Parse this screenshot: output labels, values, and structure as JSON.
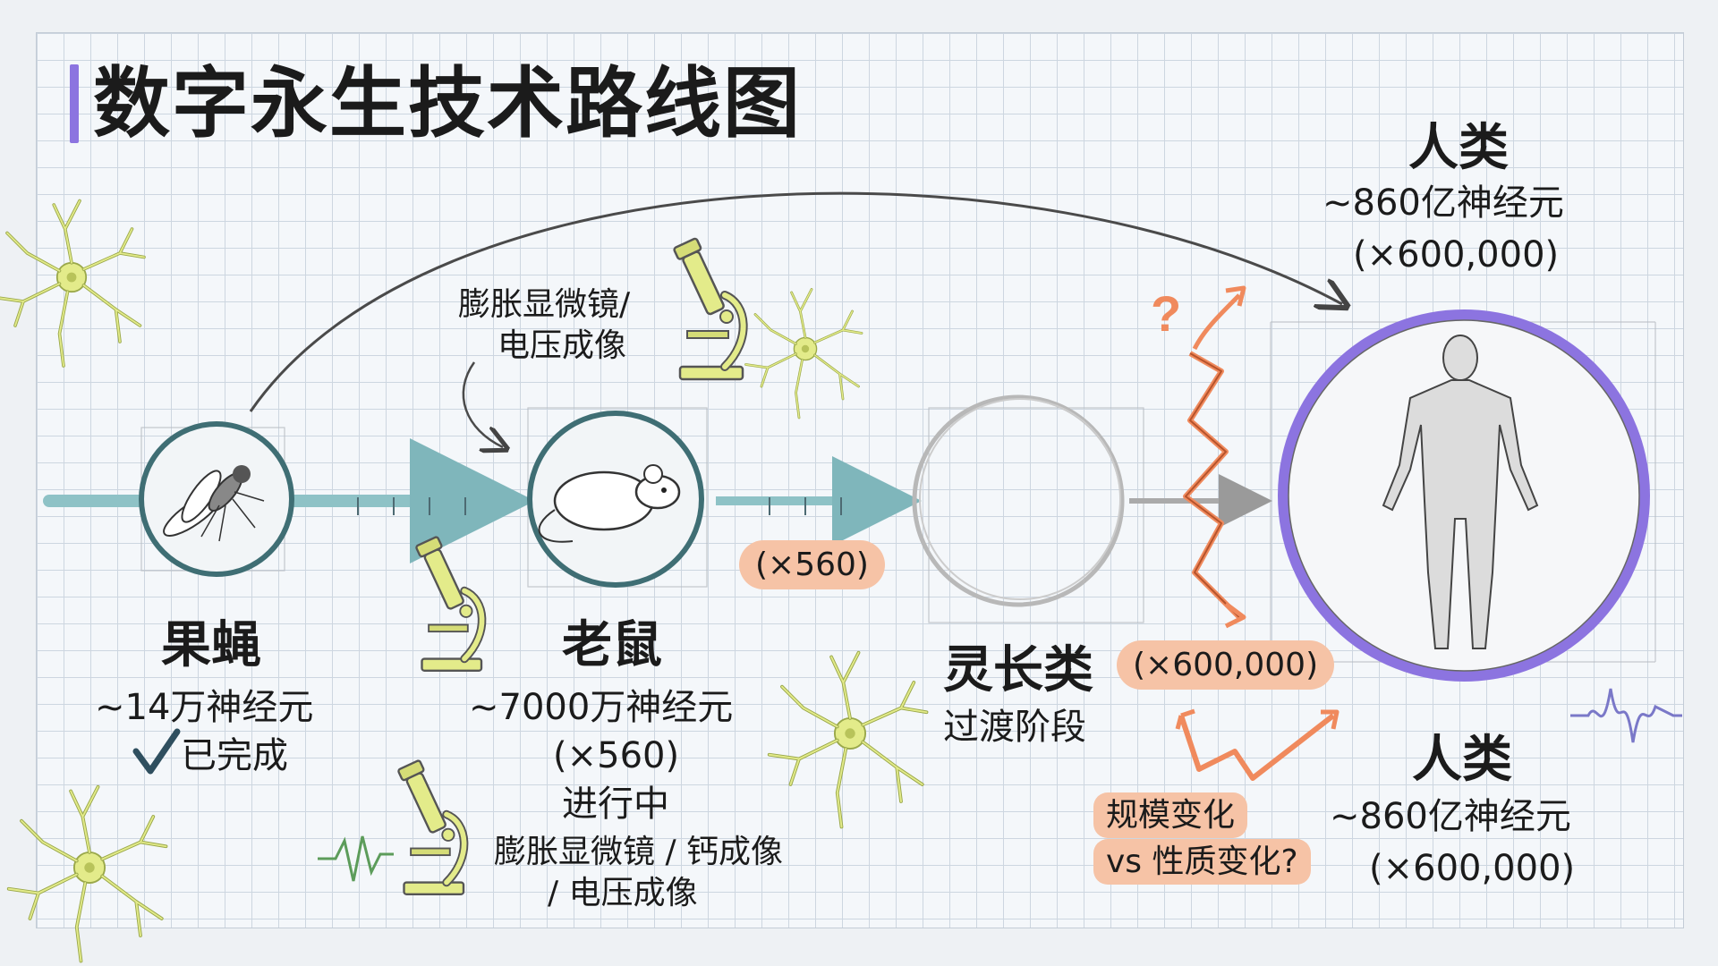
{
  "title": "数字永生技术路线图",
  "annotations": {
    "microscope_note_line1": "膨胀显微镜/",
    "microscope_note_line2": "电压成像",
    "question_mark": "?",
    "mouse_multiplier": "(×560)",
    "primate_multiplier": "(×600,000)",
    "scale_vs_quality_line1": "规模变化",
    "scale_vs_quality_line2": "vs 性质变化?"
  },
  "stages": [
    {
      "name": "果蝇",
      "neurons": "~14万神经元",
      "status_icon": "checkmark",
      "status": "已完成"
    },
    {
      "name": "老鼠",
      "neurons": "~7000万神经元",
      "multiplier": "(×560)",
      "status": "进行中",
      "methods_line1": "膨胀显微镜 / 钙成像",
      "methods_line2": "/ 电压成像"
    },
    {
      "name": "灵长类",
      "subtitle": "过渡阶段"
    },
    {
      "name": "人类",
      "neurons": "~860亿神经元",
      "multiplier": "(×600,000)"
    }
  ],
  "human_top": {
    "name": "人类",
    "neurons": "~860亿神经元",
    "multiplier": "(×600,000)"
  },
  "icons": [
    "fruit-fly-icon",
    "mouse-icon",
    "human-figure-icon",
    "microscope-icon",
    "neuron-icon",
    "checkmark-icon",
    "waveform-icon"
  ],
  "colors": {
    "accent_purple": "#8c74e0",
    "timeline_teal": "#8ec2c6",
    "pill_orange": "#f6c3a6",
    "zigzag_orange": "#f08a5d",
    "neuron_yellow": "#e3eb8a"
  }
}
